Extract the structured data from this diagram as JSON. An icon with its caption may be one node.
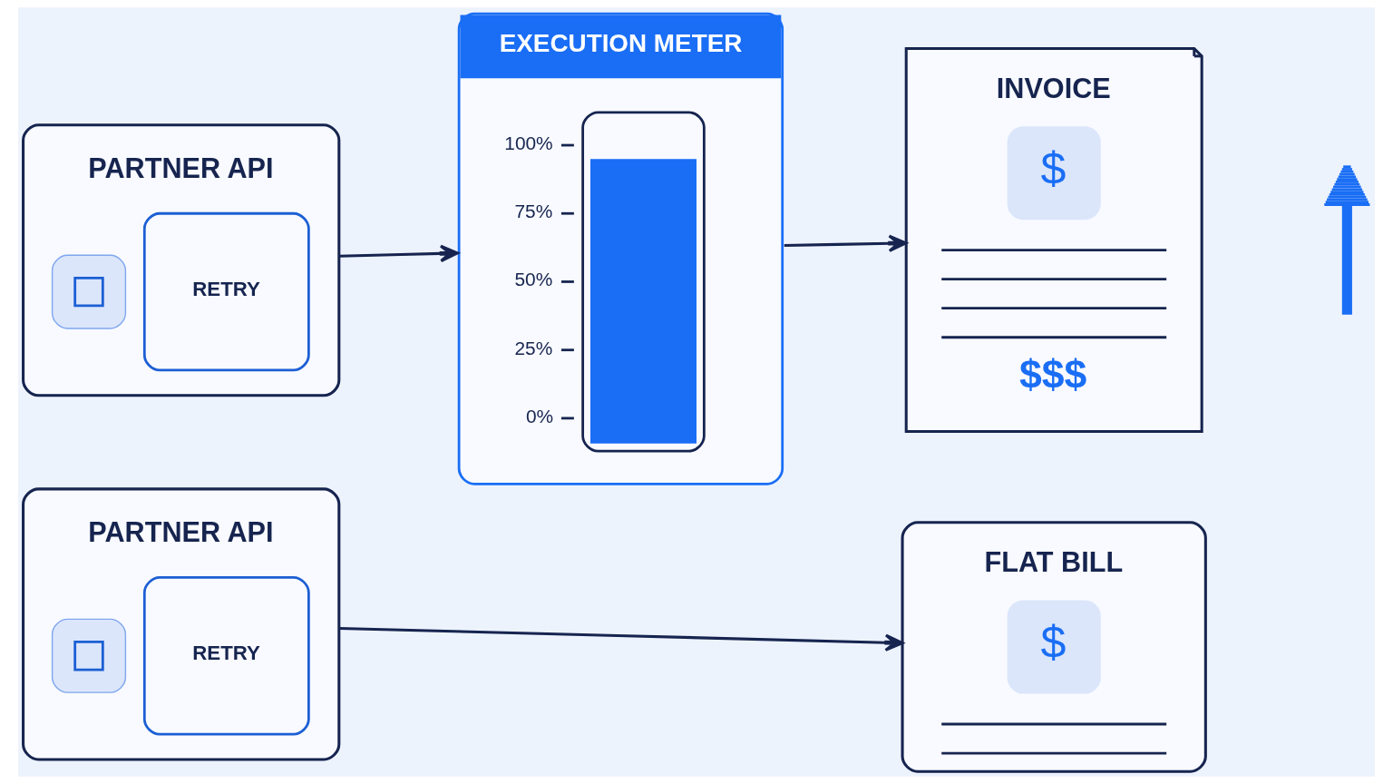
{
  "diagram": {
    "nodes": [
      {
        "text": [
          "PARTNER API",
          "RETRY"
        ]
      },
      {
        "text": [
          "EXECUTION METER",
          "100%",
          "75%",
          "50%",
          "25%",
          "0%"
        ]
      },
      {
        "text": [
          "INVOICE",
          "$",
          "$$$"
        ]
      },
      {
        "text": [],
        "shape": "arrow"
      },
      {
        "text": [
          "PARTNER API",
          "RETRY"
        ]
      },
      {
        "text": [
          "FLAT BILL",
          "$"
        ]
      }
    ],
    "edges": [
      {
        "from": 0,
        "to": 1,
        "arrow": "to"
      },
      {
        "from": 1,
        "to": 2,
        "arrow": "to"
      },
      {
        "from": 4,
        "to": 5,
        "arrow": "to"
      }
    ]
  }
}
